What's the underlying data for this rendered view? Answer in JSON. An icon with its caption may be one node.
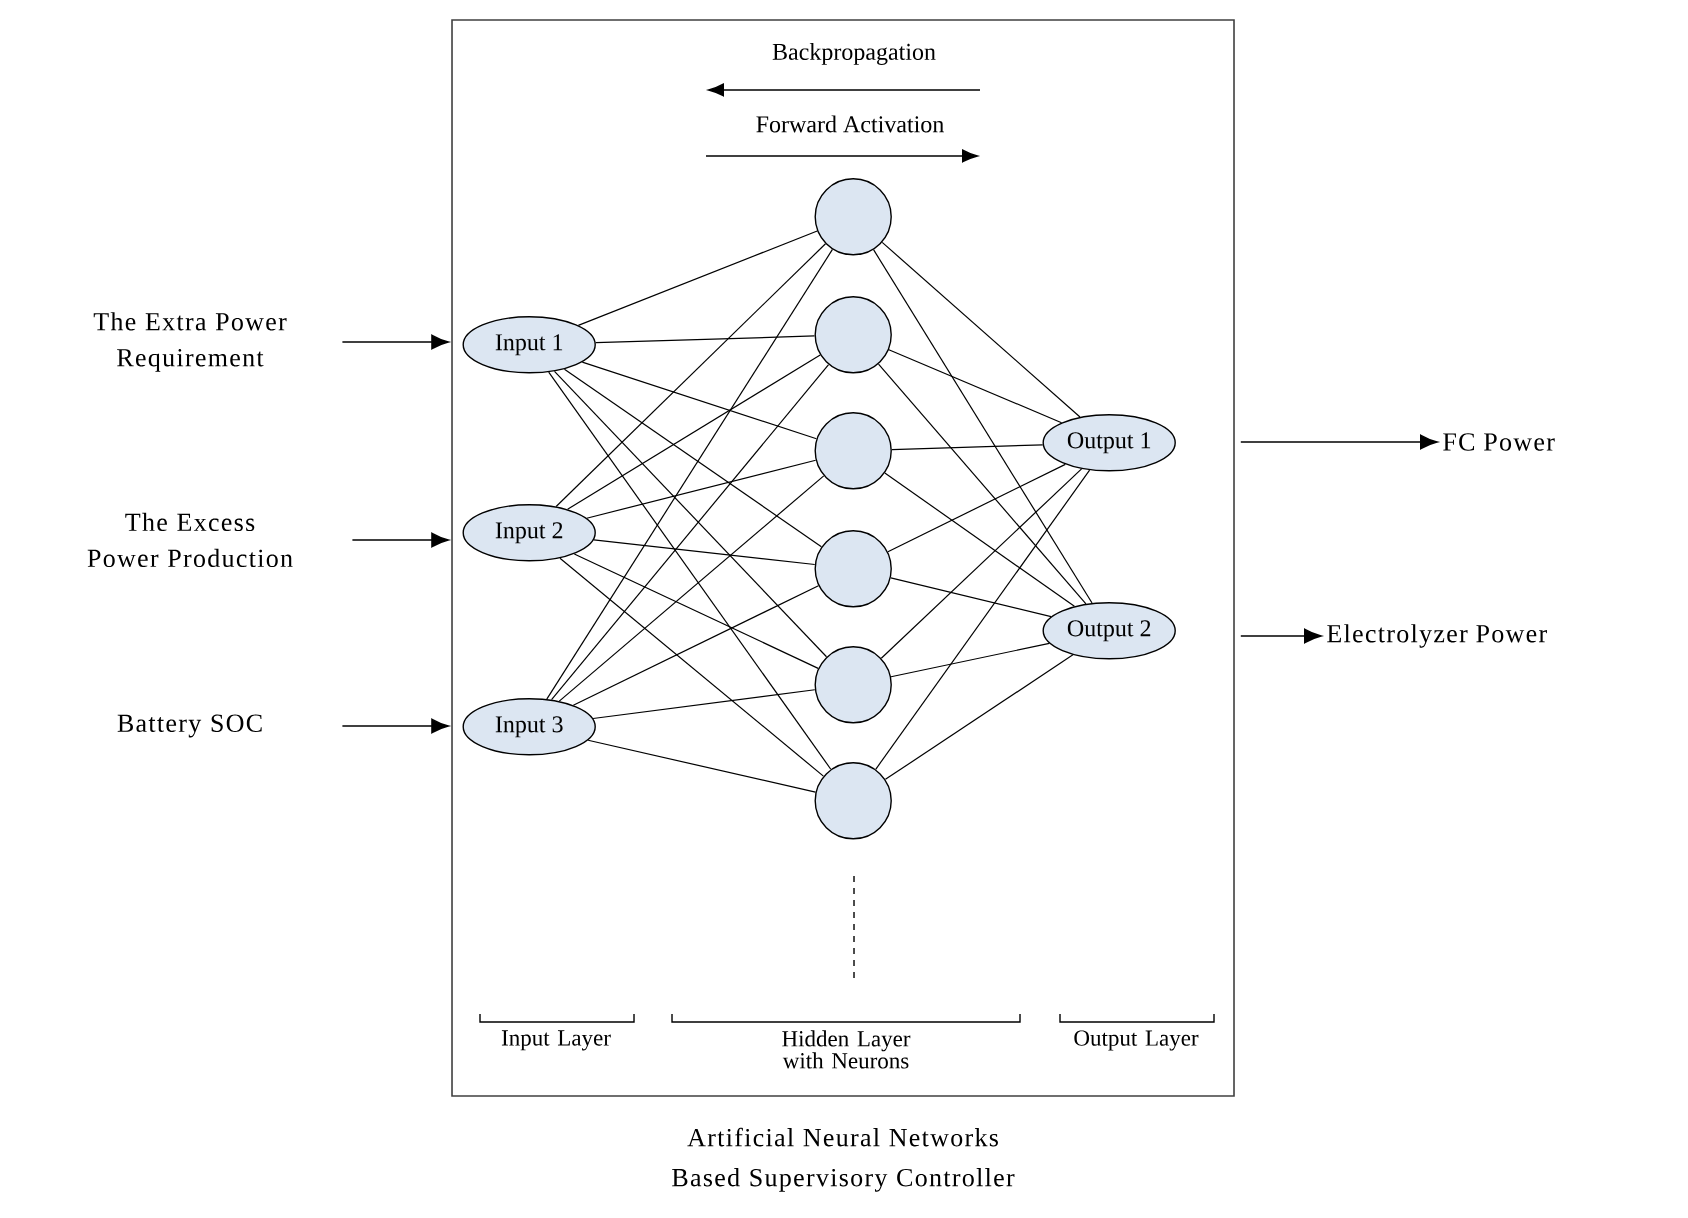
{
  "diagram": {
    "nodes": [
      {
        "text": [
          "Artificial Neural Networks Based Supervisory Controller"
        ]
      },
      {
        "text": [
          "The Extra Power Requirement"
        ]
      },
      {
        "text": [
          "The Excess Power Production"
        ]
      },
      {
        "text": [
          "Battery SOC"
        ]
      },
      {
        "text": [
          "Input 1"
        ],
        "in": 0
      },
      {
        "text": [
          "Input 2"
        ],
        "in": 0
      },
      {
        "text": [
          "Input 3"
        ],
        "in": 0
      },
      {
        "text": [],
        "shape": "circle",
        "in": 0
      },
      {
        "text": [],
        "shape": "circle",
        "in": 0
      },
      {
        "text": [],
        "shape": "circle",
        "in": 0
      },
      {
        "text": [],
        "shape": "circle",
        "in": 0
      },
      {
        "text": [],
        "shape": "circle",
        "in": 0
      },
      {
        "text": [],
        "shape": "circle",
        "in": 0
      },
      {
        "text": [
          "Output 1"
        ],
        "in": 0
      },
      {
        "text": [
          "Output 2"
        ],
        "in": 0
      },
      {
        "text": [
          "FC Power"
        ]
      },
      {
        "text": [
          "Electrolyzer Power"
        ]
      }
    ],
    "edges": [
      {
        "from": 1,
        "to": 0,
        "arrow": "to"
      },
      {
        "from": 2,
        "to": 0,
        "arrow": "to"
      },
      {
        "from": 3,
        "to": 0,
        "arrow": "to"
      },
      {
        "from": 4,
        "to": 7,
        "arrow": "none"
      },
      {
        "from": 4,
        "to": 8,
        "arrow": "none"
      },
      {
        "from": 4,
        "to": 9,
        "arrow": "none"
      },
      {
        "from": 4,
        "to": 10,
        "arrow": "none"
      },
      {
        "from": 4,
        "to": 11,
        "arrow": "none"
      },
      {
        "from": 4,
        "to": 12,
        "arrow": "none"
      },
      {
        "from": 5,
        "to": 7,
        "arrow": "none"
      },
      {
        "from": 5,
        "to": 8,
        "arrow": "none"
      },
      {
        "from": 5,
        "to": 9,
        "arrow": "none"
      },
      {
        "from": 5,
        "to": 10,
        "arrow": "none"
      },
      {
        "from": 5,
        "to": 11,
        "arrow": "none"
      },
      {
        "from": 5,
        "to": 12,
        "arrow": "none"
      },
      {
        "from": 6,
        "to": 7,
        "arrow": "none"
      },
      {
        "from": 6,
        "to": 8,
        "arrow": "none"
      },
      {
        "from": 6,
        "to": 9,
        "arrow": "none"
      },
      {
        "from": 6,
        "to": 10,
        "arrow": "none"
      },
      {
        "from": 6,
        "to": 11,
        "arrow": "none"
      },
      {
        "from": 6,
        "to": 12,
        "arrow": "none"
      },
      {
        "from": 7,
        "to": 13,
        "arrow": "none"
      },
      {
        "from": 7,
        "to": 14,
        "arrow": "none"
      },
      {
        "from": 8,
        "to": 13,
        "arrow": "none"
      },
      {
        "from": 8,
        "to": 14,
        "arrow": "none"
      },
      {
        "from": 9,
        "to": 13,
        "arrow": "none"
      },
      {
        "from": 9,
        "to": 14,
        "arrow": "none"
      },
      {
        "from": 10,
        "to": 13,
        "arrow": "none"
      },
      {
        "from": 10,
        "to": 14,
        "arrow": "none"
      },
      {
        "from": 11,
        "to": 13,
        "arrow": "none"
      },
      {
        "from": 11,
        "to": 14,
        "arrow": "none"
      },
      {
        "from": 12,
        "to": 13,
        "arrow": "none"
      },
      {
        "from": 12,
        "to": 14,
        "arrow": "none"
      },
      {
        "from": 0,
        "to": 15,
        "arrow": "to"
      },
      {
        "from": 0,
        "to": 16,
        "arrow": "to"
      }
    ],
    "labels": [
      "Backpropagation",
      "Forward Activation",
      "Input Layer",
      "Hidden Layer with Neurons",
      "Output Layer"
    ]
  }
}
